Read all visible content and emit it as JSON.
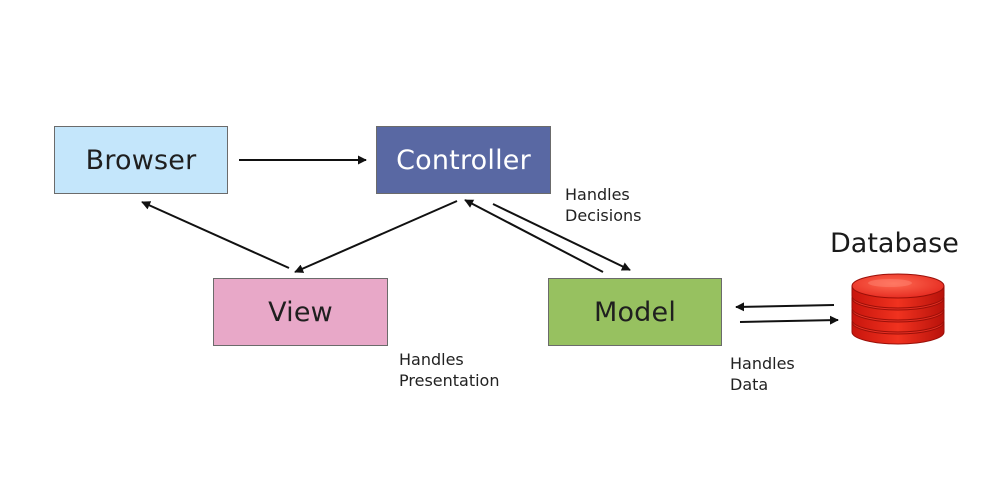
{
  "nodes": {
    "browser": {
      "label": "Browser",
      "fill": "#c4e6fb"
    },
    "controller": {
      "label": "Controller",
      "fill": "#5968a3"
    },
    "view": {
      "label": "View",
      "fill": "#e8a8c8"
    },
    "model": {
      "label": "Model",
      "fill": "#97c160"
    }
  },
  "notes": {
    "decisions": [
      "Handles",
      "Decisions"
    ],
    "presentation": [
      "Handles",
      "Presentation"
    ],
    "data": [
      "Handles",
      "Data"
    ]
  },
  "database": {
    "label": "Database",
    "icon": "database-stack-icon",
    "color": "#e8231a"
  },
  "edges": [
    {
      "from": "Browser",
      "to": "Controller"
    },
    {
      "from": "Controller",
      "to": "View"
    },
    {
      "from": "View",
      "to": "Browser"
    },
    {
      "from": "Controller",
      "to": "Model"
    },
    {
      "from": "Model",
      "to": "Controller"
    },
    {
      "from": "Database",
      "to": "Model"
    },
    {
      "from": "Model",
      "to": "Database"
    }
  ]
}
